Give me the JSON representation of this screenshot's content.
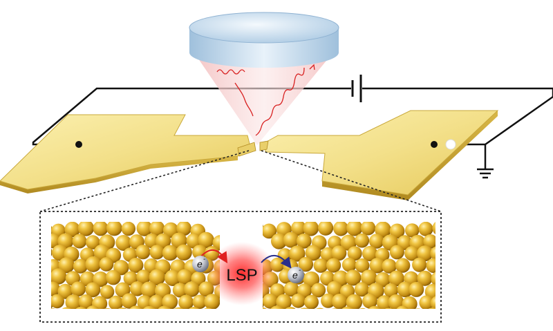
{
  "labels": {
    "lsp": "LSP",
    "electron_left": "e",
    "electron_left_sup": "-",
    "electron_right": "e",
    "electron_right_sup": "-"
  },
  "colors": {
    "gold_pad": "#f3e08a",
    "gold_pad_edge": "#c9a83a",
    "sphere_gold": "#d9a520",
    "wire": "#111111",
    "cone_tint": "#f5c7c7",
    "lens": "#bcd6ec",
    "plasmon_glow": "#ff2a2a",
    "arrow_left": "#e02020",
    "arrow_right": "#2a2f8a",
    "electron_sphere": "#b8bcc6"
  },
  "icons": {
    "battery": "battery-icon",
    "ground": "ground-icon"
  }
}
